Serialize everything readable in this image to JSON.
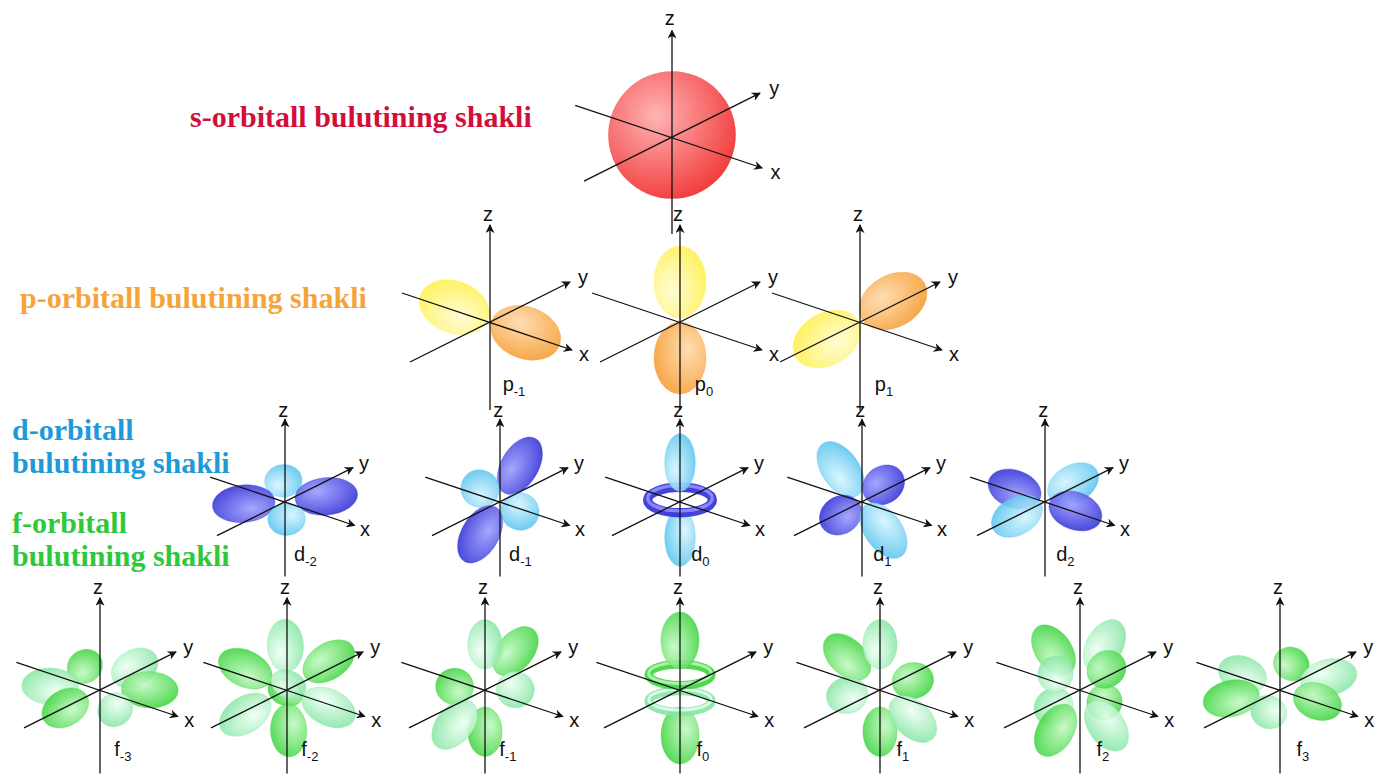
{
  "diagram": {
    "labels": [
      "s-orbitall bulutining shakli",
      "z",
      "y",
      "x",
      "p-orbitall bulutining shakli",
      "z",
      "y",
      "x",
      "p-1",
      "z",
      "y",
      "x",
      "p0",
      "z",
      "y",
      "x",
      "p1",
      "d-orbitall bulutining shakli",
      "z",
      "y",
      "x",
      "d-2",
      "z",
      "y",
      "x",
      "d-1",
      "z",
      "y",
      "x",
      "d0",
      "z",
      "y",
      "x",
      "d1",
      "z",
      "y",
      "x",
      "d2",
      "f-orbitall bulutining shakli",
      "z",
      "y",
      "x",
      "f-3",
      "z",
      "y",
      "x",
      "f-2",
      "z",
      "y",
      "x",
      "f-1",
      "z",
      "y",
      "x",
      "f0",
      "z",
      "y",
      "x",
      "f1",
      "z",
      "y",
      "x",
      "f2",
      "z",
      "y",
      "x",
      "f3"
    ]
  }
}
